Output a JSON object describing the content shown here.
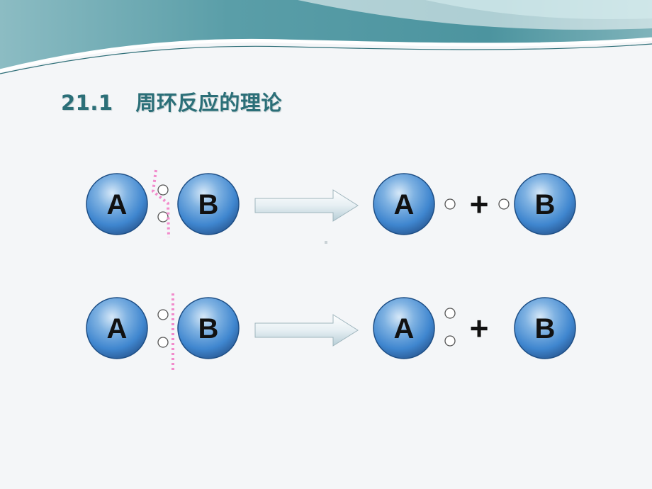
{
  "slide": {
    "title": "21.1   周环反应的理论"
  },
  "colors": {
    "title": "#2b6f78",
    "banner": "#4f9aa4",
    "atom_fill": "#3f86cf",
    "bond_break_line": "#f28ccc",
    "arrow_fill": "#dde9ed"
  },
  "reactions": [
    {
      "reactant": {
        "left": "A",
        "right": "B"
      },
      "products": {
        "left": "A",
        "operator": "+",
        "right": "B"
      }
    },
    {
      "reactant": {
        "left": "A",
        "right": "B"
      },
      "products": {
        "left": "A",
        "operator": "+",
        "right": "B"
      }
    }
  ]
}
